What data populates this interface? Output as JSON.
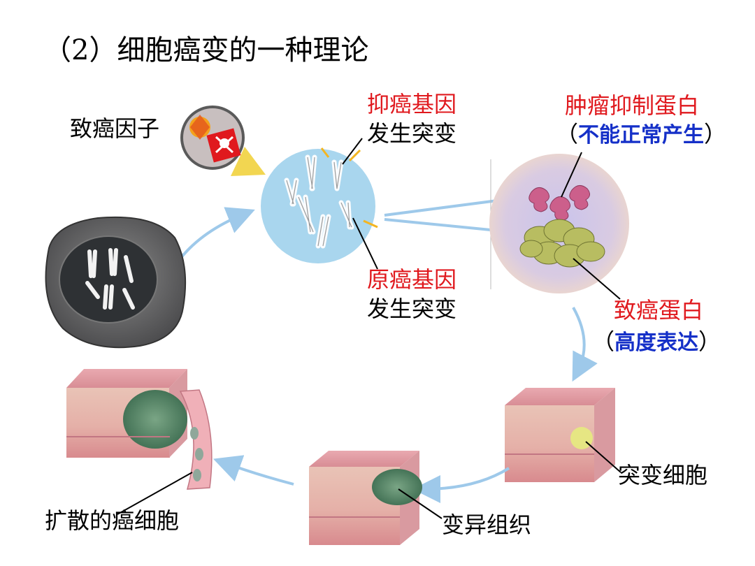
{
  "title": "（2）细胞癌变的一种理论",
  "carcinogen": {
    "label": "致癌因子"
  },
  "suppressor": {
    "line1": "抑癌基因",
    "line2": "发生突变"
  },
  "protooncogene": {
    "line1": "原癌基因",
    "line2": "发生突变"
  },
  "tumor_suppressor_protein": {
    "name": "肿瘤抑制蛋白",
    "paren_open": "（",
    "note": "不能正常产生",
    "paren_close": "）"
  },
  "oncoprotein": {
    "name": "致癌蛋白",
    "paren_open": "（",
    "note": "高度表达",
    "paren_close": "）"
  },
  "mutant_cell": {
    "label": "突变细胞"
  },
  "variant_tissue": {
    "label": "变异组织"
  },
  "spread_cells": {
    "label": "扩散的癌细胞"
  },
  "colors": {
    "red_text": "#e0191e",
    "blue_text": "#1530c8",
    "arrow": "#9ec9ea",
    "nucleus_fill": "#a9d6ee"
  }
}
